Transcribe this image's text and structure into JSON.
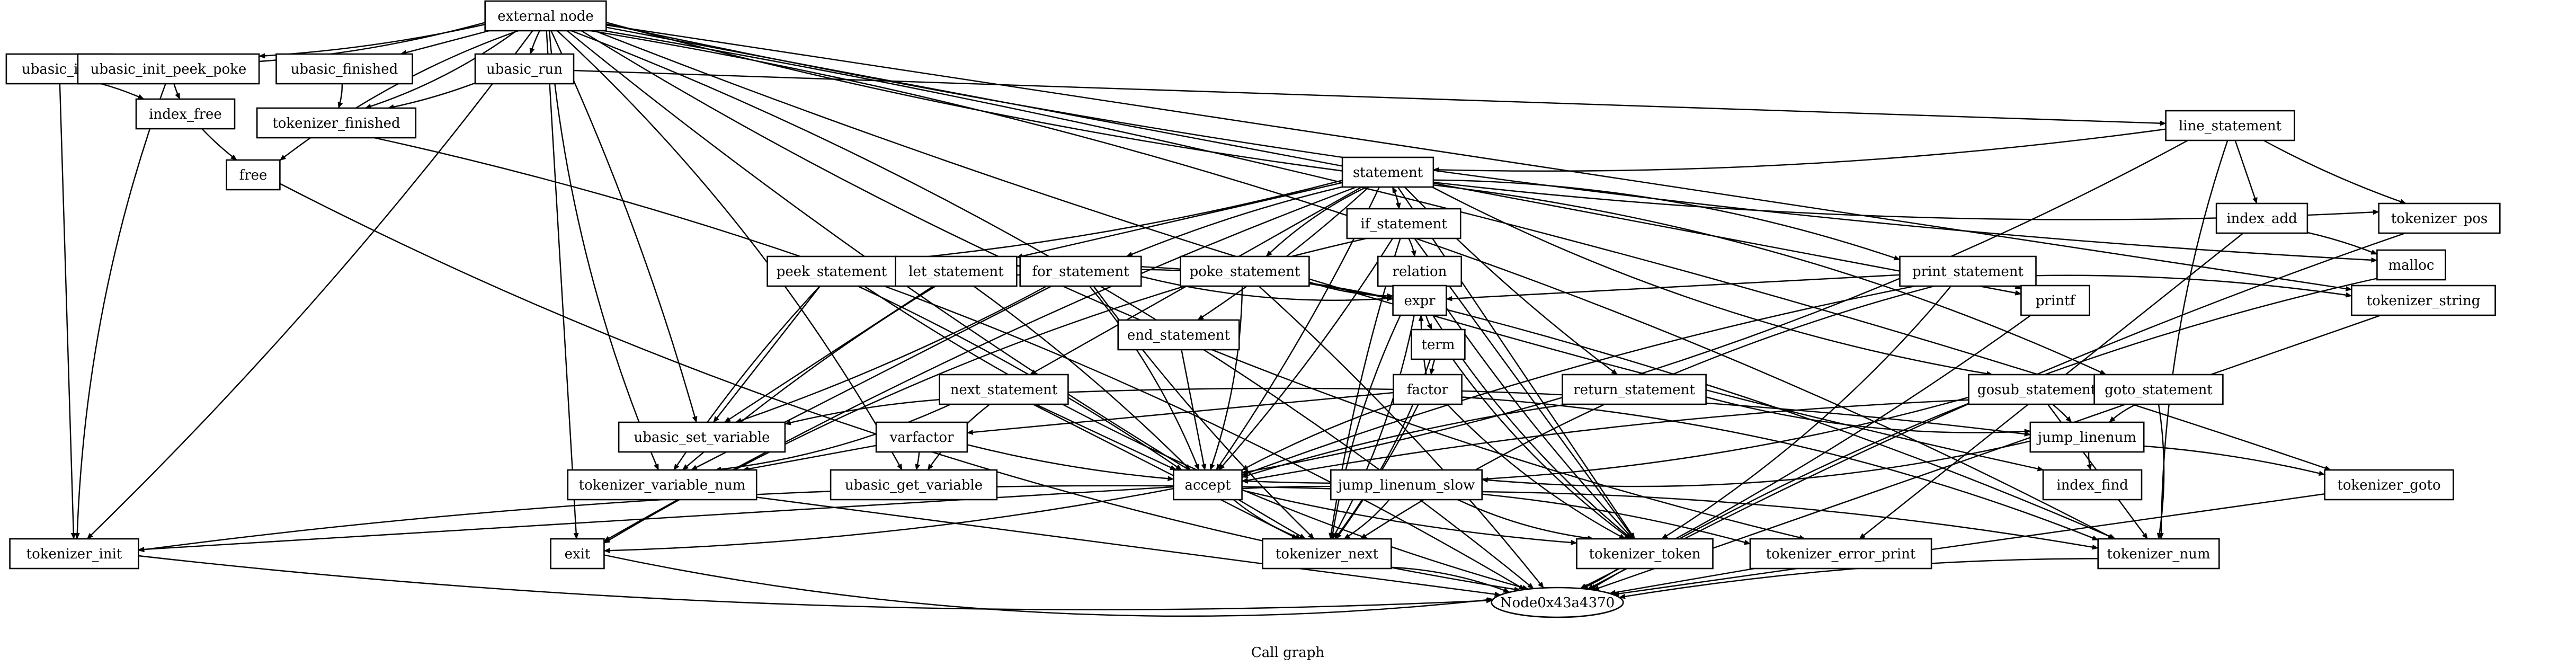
{
  "caption": "Call graph",
  "colors": {
    "stroke": "#000000",
    "background": "#ffffff",
    "node_fill": "#ffffff"
  },
  "nodes": [
    {
      "id": "external_node",
      "label": "external node",
      "shape": "box"
    },
    {
      "id": "ubasic_init",
      "label": "ubasic_init",
      "shape": "box"
    },
    {
      "id": "ubasic_init_peek_poke",
      "label": "ubasic_init_peek_poke",
      "shape": "box"
    },
    {
      "id": "ubasic_finished",
      "label": "ubasic_finished",
      "shape": "box"
    },
    {
      "id": "ubasic_run",
      "label": "ubasic_run",
      "shape": "box"
    },
    {
      "id": "index_free",
      "label": "index_free",
      "shape": "box"
    },
    {
      "id": "tokenizer_finished",
      "label": "tokenizer_finished",
      "shape": "box"
    },
    {
      "id": "free",
      "label": "free",
      "shape": "box"
    },
    {
      "id": "line_statement",
      "label": "line_statement",
      "shape": "box"
    },
    {
      "id": "index_add",
      "label": "index_add",
      "shape": "box"
    },
    {
      "id": "tokenizer_pos",
      "label": "tokenizer_pos",
      "shape": "box"
    },
    {
      "id": "malloc",
      "label": "malloc",
      "shape": "box"
    },
    {
      "id": "statement",
      "label": "statement",
      "shape": "box"
    },
    {
      "id": "if_statement",
      "label": "if_statement",
      "shape": "box"
    },
    {
      "id": "peek_statement",
      "label": "peek_statement",
      "shape": "box"
    },
    {
      "id": "let_statement",
      "label": "let_statement",
      "shape": "box"
    },
    {
      "id": "for_statement",
      "label": "for_statement",
      "shape": "box"
    },
    {
      "id": "poke_statement",
      "label": "poke_statement",
      "shape": "box"
    },
    {
      "id": "relation",
      "label": "relation",
      "shape": "box"
    },
    {
      "id": "print_statement",
      "label": "print_statement",
      "shape": "box"
    },
    {
      "id": "printf",
      "label": "printf",
      "shape": "box"
    },
    {
      "id": "tokenizer_string",
      "label": "tokenizer_string",
      "shape": "box"
    },
    {
      "id": "expr",
      "label": "expr",
      "shape": "box"
    },
    {
      "id": "end_statement",
      "label": "end_statement",
      "shape": "box"
    },
    {
      "id": "term",
      "label": "term",
      "shape": "box"
    },
    {
      "id": "factor",
      "label": "factor",
      "shape": "box"
    },
    {
      "id": "next_statement",
      "label": "next_statement",
      "shape": "box"
    },
    {
      "id": "return_statement",
      "label": "return_statement",
      "shape": "box"
    },
    {
      "id": "gosub_statement",
      "label": "gosub_statement",
      "shape": "box"
    },
    {
      "id": "goto_statement",
      "label": "goto_statement",
      "shape": "box"
    },
    {
      "id": "varfactor",
      "label": "varfactor",
      "shape": "box"
    },
    {
      "id": "ubasic_set_variable",
      "label": "ubasic_set_variable",
      "shape": "box"
    },
    {
      "id": "jump_linenum",
      "label": "jump_linenum",
      "shape": "box"
    },
    {
      "id": "index_find",
      "label": "index_find",
      "shape": "box"
    },
    {
      "id": "tokenizer_variable_num",
      "label": "tokenizer_variable_num",
      "shape": "box"
    },
    {
      "id": "ubasic_get_variable",
      "label": "ubasic_get_variable",
      "shape": "box"
    },
    {
      "id": "accept",
      "label": "accept",
      "shape": "box"
    },
    {
      "id": "jump_linenum_slow",
      "label": "jump_linenum_slow",
      "shape": "box"
    },
    {
      "id": "tokenizer_goto",
      "label": "tokenizer_goto",
      "shape": "box"
    },
    {
      "id": "tokenizer_init",
      "label": "tokenizer_init",
      "shape": "box"
    },
    {
      "id": "exit",
      "label": "exit",
      "shape": "box"
    },
    {
      "id": "tokenizer_next",
      "label": "tokenizer_next",
      "shape": "box"
    },
    {
      "id": "tokenizer_token",
      "label": "tokenizer_token",
      "shape": "box"
    },
    {
      "id": "tokenizer_error_print",
      "label": "tokenizer_error_print",
      "shape": "box"
    },
    {
      "id": "tokenizer_num",
      "label": "tokenizer_num",
      "shape": "box"
    },
    {
      "id": "node_0x43a4370",
      "label": "Node0x43a4370",
      "shape": "ellipse"
    }
  ],
  "edges": [
    [
      "external_node",
      "ubasic_init"
    ],
    [
      "external_node",
      "ubasic_init_peek_poke"
    ],
    [
      "external_node",
      "ubasic_finished"
    ],
    [
      "external_node",
      "ubasic_run"
    ],
    [
      "external_node",
      "free"
    ],
    [
      "external_node",
      "tokenizer_finished"
    ],
    [
      "external_node",
      "tokenizer_init"
    ],
    [
      "external_node",
      "exit"
    ],
    [
      "external_node",
      "tokenizer_next"
    ],
    [
      "external_node",
      "tokenizer_variable_num"
    ],
    [
      "external_node",
      "ubasic_get_variable"
    ],
    [
      "external_node",
      "ubasic_set_variable"
    ],
    [
      "external_node",
      "printf"
    ],
    [
      "external_node",
      "index_find"
    ],
    [
      "external_node",
      "tokenizer_error_print"
    ],
    [
      "external_node",
      "tokenizer_num"
    ],
    [
      "external_node",
      "tokenizer_goto"
    ],
    [
      "external_node",
      "tokenizer_string"
    ],
    [
      "external_node",
      "malloc"
    ],
    [
      "external_node",
      "tokenizer_pos"
    ],
    [
      "external_node",
      "node_0x43a4370"
    ],
    [
      "ubasic_init",
      "index_free"
    ],
    [
      "ubasic_init",
      "tokenizer_init"
    ],
    [
      "ubasic_init_peek_poke",
      "index_free"
    ],
    [
      "ubasic_init_peek_poke",
      "tokenizer_init"
    ],
    [
      "ubasic_finished",
      "tokenizer_finished"
    ],
    [
      "ubasic_run",
      "tokenizer_finished"
    ],
    [
      "ubasic_run",
      "line_statement"
    ],
    [
      "index_free",
      "free"
    ],
    [
      "free",
      "node_0x43a4370"
    ],
    [
      "tokenizer_finished",
      "node_0x43a4370"
    ],
    [
      "line_statement",
      "statement"
    ],
    [
      "line_statement",
      "index_add"
    ],
    [
      "line_statement",
      "tokenizer_pos"
    ],
    [
      "line_statement",
      "tokenizer_num"
    ],
    [
      "line_statement",
      "accept"
    ],
    [
      "index_add",
      "malloc"
    ],
    [
      "index_add",
      "tokenizer_error_print"
    ],
    [
      "tokenizer_pos",
      "node_0x43a4370"
    ],
    [
      "malloc",
      "node_0x43a4370"
    ],
    [
      "statement",
      "if_statement"
    ],
    [
      "statement",
      "peek_statement"
    ],
    [
      "statement",
      "let_statement"
    ],
    [
      "statement",
      "for_statement"
    ],
    [
      "statement",
      "poke_statement"
    ],
    [
      "statement",
      "print_statement"
    ],
    [
      "statement",
      "end_statement"
    ],
    [
      "statement",
      "next_statement"
    ],
    [
      "statement",
      "return_statement"
    ],
    [
      "statement",
      "gosub_statement"
    ],
    [
      "statement",
      "goto_statement"
    ],
    [
      "statement",
      "accept"
    ],
    [
      "statement",
      "tokenizer_token"
    ],
    [
      "statement",
      "exit"
    ],
    [
      "if_statement",
      "statement"
    ],
    [
      "if_statement",
      "relation"
    ],
    [
      "if_statement",
      "accept"
    ],
    [
      "if_statement",
      "tokenizer_token"
    ],
    [
      "if_statement",
      "tokenizer_next"
    ],
    [
      "if_statement",
      "exit"
    ],
    [
      "peek_statement",
      "expr"
    ],
    [
      "peek_statement",
      "accept"
    ],
    [
      "peek_statement",
      "ubasic_set_variable"
    ],
    [
      "peek_statement",
      "tokenizer_variable_num"
    ],
    [
      "peek_statement",
      "node_0x43a4370"
    ],
    [
      "let_statement",
      "expr"
    ],
    [
      "let_statement",
      "accept"
    ],
    [
      "let_statement",
      "ubasic_set_variable"
    ],
    [
      "let_statement",
      "tokenizer_variable_num"
    ],
    [
      "for_statement",
      "expr"
    ],
    [
      "for_statement",
      "accept"
    ],
    [
      "for_statement",
      "ubasic_set_variable"
    ],
    [
      "for_statement",
      "tokenizer_variable_num"
    ],
    [
      "for_statement",
      "tokenizer_next"
    ],
    [
      "poke_statement",
      "expr"
    ],
    [
      "poke_statement",
      "accept"
    ],
    [
      "poke_statement",
      "node_0x43a4370"
    ],
    [
      "relation",
      "expr"
    ],
    [
      "relation",
      "tokenizer_token"
    ],
    [
      "relation",
      "tokenizer_next"
    ],
    [
      "print_statement",
      "printf"
    ],
    [
      "print_statement",
      "tokenizer_string"
    ],
    [
      "print_statement",
      "expr"
    ],
    [
      "print_statement",
      "accept"
    ],
    [
      "print_statement",
      "tokenizer_next"
    ],
    [
      "print_statement",
      "tokenizer_token"
    ],
    [
      "printf",
      "node_0x43a4370"
    ],
    [
      "tokenizer_string",
      "node_0x43a4370"
    ],
    [
      "expr",
      "term"
    ],
    [
      "expr",
      "tokenizer_token"
    ],
    [
      "expr",
      "tokenizer_next"
    ],
    [
      "expr",
      "tokenizer_num"
    ],
    [
      "end_statement",
      "accept"
    ],
    [
      "term",
      "factor"
    ],
    [
      "term",
      "tokenizer_token"
    ],
    [
      "term",
      "tokenizer_next"
    ],
    [
      "factor",
      "expr"
    ],
    [
      "factor",
      "varfactor"
    ],
    [
      "factor",
      "accept"
    ],
    [
      "factor",
      "tokenizer_token"
    ],
    [
      "factor",
      "tokenizer_num"
    ],
    [
      "factor",
      "tokenizer_next"
    ],
    [
      "next_statement",
      "accept"
    ],
    [
      "next_statement",
      "ubasic_set_variable"
    ],
    [
      "next_statement",
      "ubasic_get_variable"
    ],
    [
      "next_statement",
      "tokenizer_variable_num"
    ],
    [
      "next_statement",
      "jump_linenum"
    ],
    [
      "next_statement",
      "tokenizer_next"
    ],
    [
      "return_statement",
      "accept"
    ],
    [
      "return_statement",
      "jump_linenum"
    ],
    [
      "gosub_statement",
      "accept"
    ],
    [
      "gosub_statement",
      "jump_linenum"
    ],
    [
      "gosub_statement",
      "tokenizer_num"
    ],
    [
      "goto_statement",
      "accept"
    ],
    [
      "goto_statement",
      "jump_linenum"
    ],
    [
      "goto_statement",
      "tokenizer_num"
    ],
    [
      "varfactor",
      "ubasic_get_variable"
    ],
    [
      "varfactor",
      "tokenizer_variable_num"
    ],
    [
      "varfactor",
      "accept"
    ],
    [
      "jump_linenum",
      "index_find"
    ],
    [
      "jump_linenum",
      "jump_linenum_slow"
    ],
    [
      "jump_linenum",
      "tokenizer_goto"
    ],
    [
      "tokenizer_variable_num",
      "node_0x43a4370"
    ],
    [
      "accept",
      "tokenizer_token"
    ],
    [
      "accept",
      "tokenizer_next"
    ],
    [
      "accept",
      "tokenizer_error_print"
    ],
    [
      "accept",
      "exit"
    ],
    [
      "accept",
      "tokenizer_init"
    ],
    [
      "jump_linenum_slow",
      "tokenizer_init"
    ],
    [
      "jump_linenum_slow",
      "tokenizer_token"
    ],
    [
      "jump_linenum_slow",
      "tokenizer_next"
    ],
    [
      "jump_linenum_slow",
      "tokenizer_num"
    ],
    [
      "tokenizer_goto",
      "node_0x43a4370"
    ],
    [
      "tokenizer_init",
      "node_0x43a4370"
    ],
    [
      "exit",
      "node_0x43a4370"
    ],
    [
      "tokenizer_next",
      "node_0x43a4370"
    ],
    [
      "tokenizer_token",
      "node_0x43a4370"
    ],
    [
      "tokenizer_error_print",
      "node_0x43a4370"
    ],
    [
      "tokenizer_num",
      "node_0x43a4370"
    ]
  ]
}
